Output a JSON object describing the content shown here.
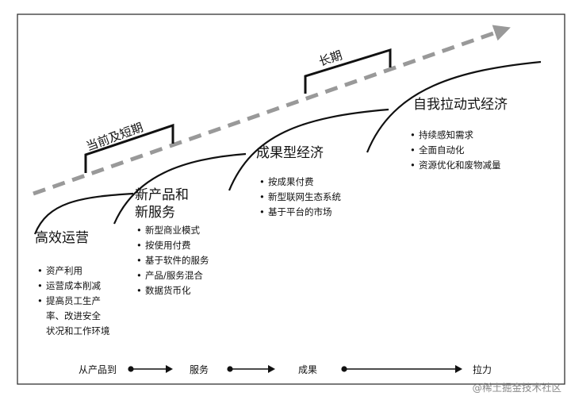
{
  "terms": {
    "short": "当前及短期",
    "long": "长期"
  },
  "stages": [
    {
      "title_lines": [
        "高效运营"
      ],
      "items": [
        "资产利用",
        "运营成本削减",
        "提高员工生产",
        "率、改进安全",
        "状况和工作环境"
      ]
    },
    {
      "title_lines": [
        "新产品和",
        "新服务"
      ],
      "items": [
        "新型商业模式",
        "按使用付费",
        "基于软件的服务",
        "产品/服务混合",
        "数据货币化"
      ]
    },
    {
      "title_lines": [
        "成果型经济"
      ],
      "items": [
        "按成果付费",
        "新型联网生态系统",
        "基于平台的市场"
      ]
    },
    {
      "title_lines": [
        "自我拉动式经济"
      ],
      "items": [
        "持续感知需求",
        "全面自动化",
        "资源优化和废物减量"
      ]
    }
  ],
  "flow": [
    "从产品到",
    "服务",
    "成果",
    "拉力"
  ],
  "watermark": "@稀土掘金技术社区",
  "colors": {
    "arrow": "#999999",
    "ink": "#111111",
    "frame": "#333333"
  }
}
